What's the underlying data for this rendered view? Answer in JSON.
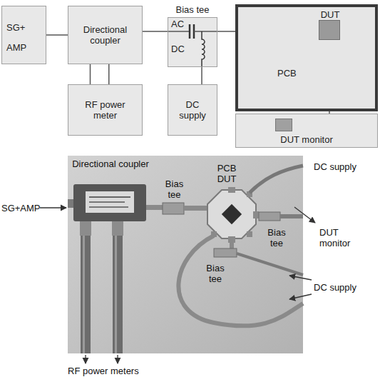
{
  "diagram": {
    "nodes": [
      {
        "text": [
          "SG+ AMP"
        ]
      },
      {
        "text": [
          "Directional coupler"
        ]
      },
      {
        "text": [
          "RF power meter"
        ]
      },
      {
        "text": [
          "Bias tee",
          "AC",
          "DC"
        ]
      },
      {
        "text": [
          "DC supply"
        ]
      },
      {
        "text": [
          "PCB"
        ]
      },
      {
        "text": [
          "DUT"
        ],
        "in": 5
      },
      {
        "text": [
          "DUT monitor"
        ]
      }
    ],
    "edges": [
      {
        "from": 0,
        "to": 1,
        "arrow": "none"
      },
      {
        "from": 1,
        "to": 2,
        "arrow": "none"
      },
      {
        "from": 1,
        "to": 2,
        "arrow": "none"
      },
      {
        "from": 1,
        "to": 3,
        "arrow": "none"
      },
      {
        "from": 3,
        "to": 4,
        "arrow": "none"
      },
      {
        "from": 3,
        "to": 6,
        "arrow": "none"
      },
      {
        "from": 6,
        "to": 7,
        "arrow": "none"
      }
    ],
    "labels": [
      "SG+AMP",
      "Directional coupler",
      "Bias tee",
      "PCB DUT",
      "DC supply",
      "DUT monitor",
      "Bias tee",
      "Bias tee",
      "DC supply",
      "RF power meters"
    ]
  }
}
